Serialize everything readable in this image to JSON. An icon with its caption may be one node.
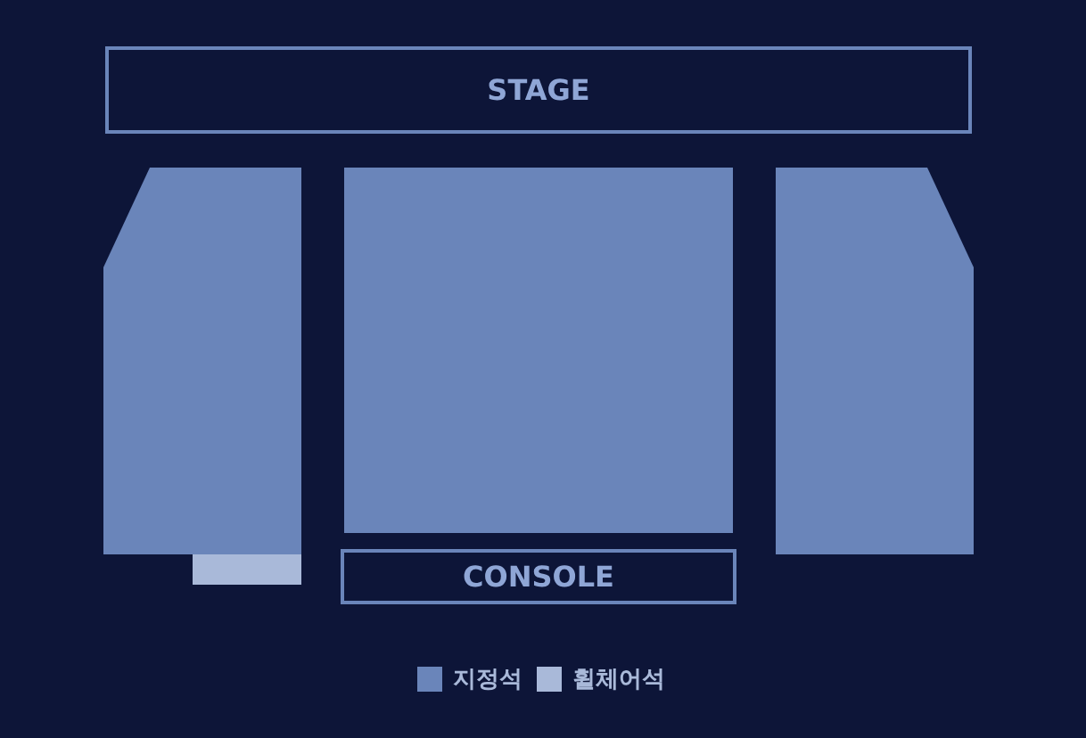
{
  "diagram": {
    "nodes": [
      {
        "text": [
          "STAGE"
        ]
      },
      {
        "text": [],
        "shape": "box"
      },
      {
        "text": [],
        "shape": "box"
      },
      {
        "text": [],
        "shape": "box"
      },
      {
        "text": [],
        "shape": "box"
      },
      {
        "text": [
          "CONSOLE"
        ]
      }
    ],
    "edges": [],
    "legend": [
      {
        "text": "지정석",
        "color": "#6a85ba"
      },
      {
        "text": "휠체어석",
        "color": "#a9b9d9"
      }
    ]
  }
}
